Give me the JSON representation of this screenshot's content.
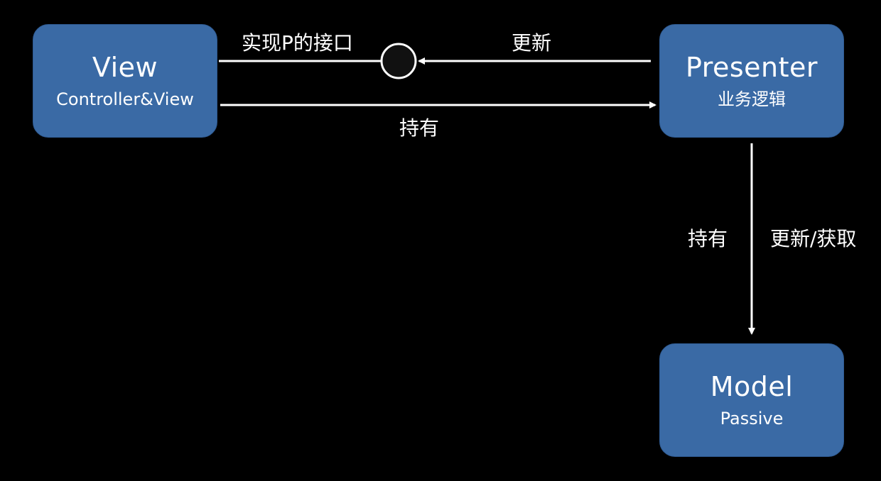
{
  "colors": {
    "background": "#000000",
    "node_fill": "#3a6aa5",
    "node_border": "#2f5b93",
    "line": "#ffffff",
    "interface_circle_fill": "#111111"
  },
  "nodes": {
    "view": {
      "title": "View",
      "subtitle": "Controller&View"
    },
    "presenter": {
      "title": "Presenter",
      "subtitle": "业务逻辑"
    },
    "model": {
      "title": "Model",
      "subtitle": "Passive"
    }
  },
  "edges": {
    "implements_interface": {
      "label": "实现P的接口"
    },
    "presenter_updates_view": {
      "label": "更新"
    },
    "view_holds_presenter": {
      "label": "持有"
    },
    "presenter_holds_model": {
      "label": "持有",
      "secondary_label": "更新/获取"
    }
  }
}
